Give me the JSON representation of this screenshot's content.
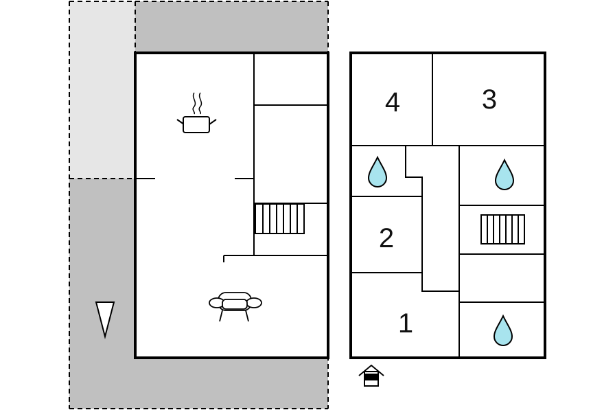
{
  "floor_plan": {
    "left_floor": {
      "rooms": [
        {
          "name": "kitchen",
          "icon": "cooking-pot-icon"
        },
        {
          "name": "living-room",
          "icon": "armchair-icon"
        },
        {
          "name": "stairwell",
          "icon": "stairs-icon"
        }
      ],
      "outdoor": {
        "areas": [
          "terrace-light",
          "terrace-dark"
        ],
        "marker": "north-arrow-icon"
      }
    },
    "right_floor": {
      "rooms": [
        {
          "label": "4"
        },
        {
          "label": "3"
        },
        {
          "label": "2"
        },
        {
          "label": "1"
        }
      ],
      "bathrooms": [
        "water-drop-icon",
        "water-drop-icon",
        "water-drop-icon"
      ],
      "stairs": "stairs-icon",
      "entrance": "entrance-house-icon"
    },
    "colors": {
      "wall": "#000000",
      "outdoor_light": "#e6e6e6",
      "outdoor_dark": "#c0c0c0",
      "water": "#a8e4ee",
      "background": "#ffffff"
    }
  }
}
